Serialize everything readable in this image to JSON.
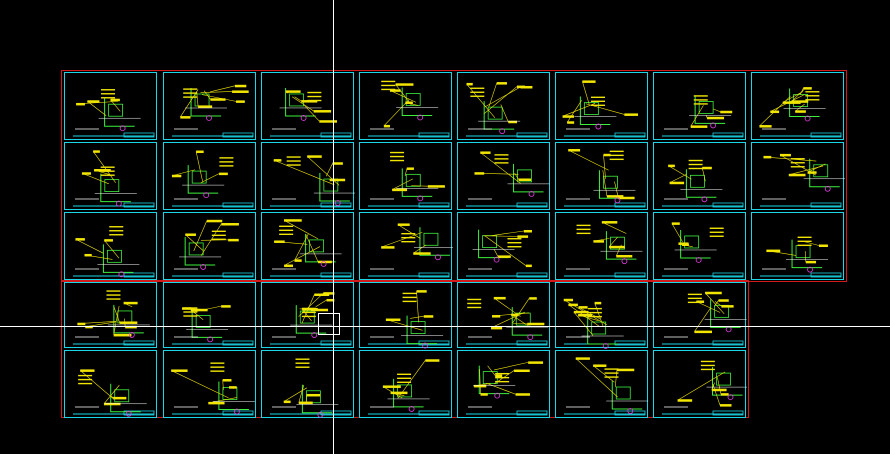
{
  "colors": {
    "background": "#000000",
    "outer_frame": "#d21a1a",
    "sheet_border": "#1ad6e6",
    "crosshair": "#ffffff",
    "annotation": "#f2e600",
    "geometry": "#3cf03c",
    "accent_magenta": "#e63ce6",
    "accent_white": "#ffffff"
  },
  "drawing_grid": {
    "rows": [
      {
        "sheets": 8
      },
      {
        "sheets": 8
      },
      {
        "sheets": 8
      },
      {
        "sheets": 7
      },
      {
        "sheets": 7
      }
    ]
  },
  "cursor": {
    "type": "crosshair"
  }
}
